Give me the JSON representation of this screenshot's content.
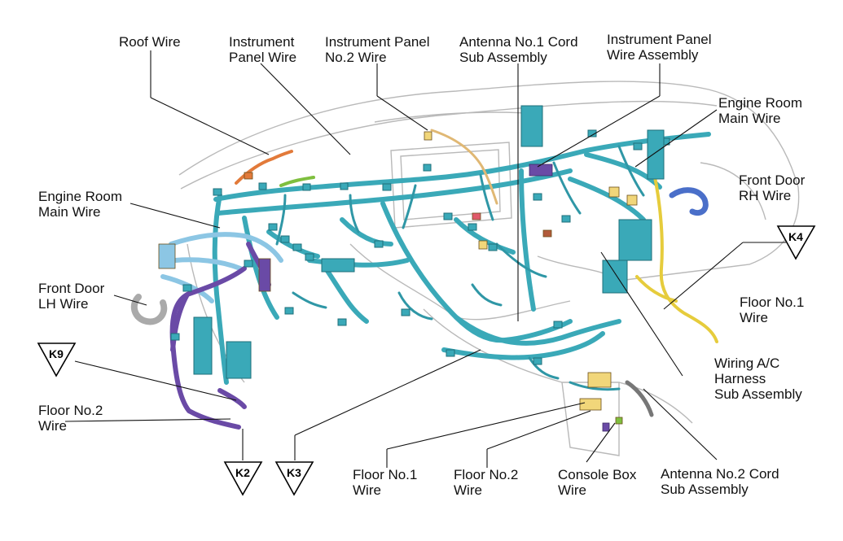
{
  "labels": {
    "roof_wire": [
      "Roof Wire"
    ],
    "instrument_panel_wire": [
      "Instrument",
      "Panel Wire"
    ],
    "instrument_panel_no2_wire": [
      "Instrument Panel",
      "No.2 Wire"
    ],
    "antenna_no1_cord": [
      "Antenna No.1 Cord",
      "Sub Assembly"
    ],
    "instrument_panel_wire_assembly": [
      "Instrument Panel",
      "Wire Assembly"
    ],
    "engine_room_main_wire_right": [
      "Engine Room",
      "Main Wire"
    ],
    "front_door_rh_wire": [
      "Front Door",
      "RH Wire"
    ],
    "engine_room_main_wire_left": [
      "Engine Room",
      "Main Wire"
    ],
    "front_door_lh_wire": [
      "Front Door",
      "LH Wire"
    ],
    "floor_no2_wire_left": [
      "Floor No.2",
      "Wire"
    ],
    "floor_no1_wire_right": [
      "Floor No.1",
      "Wire"
    ],
    "wiring_ac_harness": [
      "Wiring A/C",
      "Harness",
      "Sub Assembly"
    ],
    "floor_no1_wire_bottom": [
      "Floor No.1",
      "Wire"
    ],
    "floor_no2_wire_bottom": [
      "Floor No.2",
      "Wire"
    ],
    "console_box_wire": [
      "Console Box",
      "Wire"
    ],
    "antenna_no2_cord": [
      "Antenna No.2 Cord",
      "Sub Assembly"
    ]
  },
  "markers": {
    "k9": "K9",
    "k4": "K4",
    "k2": "K2",
    "k3": "K3"
  },
  "colors": {
    "harness_main": "#3aa9b8",
    "harness_light": "#8cc6e4",
    "harness_purple": "#6a4aa6",
    "harness_yellow": "#e6cc3c",
    "harness_orange": "#e27a3a",
    "harness_green": "#7fbf3f",
    "harness_grey": "#777777",
    "dash_outline": "#b9b9b9",
    "leader": "#111111"
  },
  "icons": [
    "triangle-connector-marker"
  ]
}
